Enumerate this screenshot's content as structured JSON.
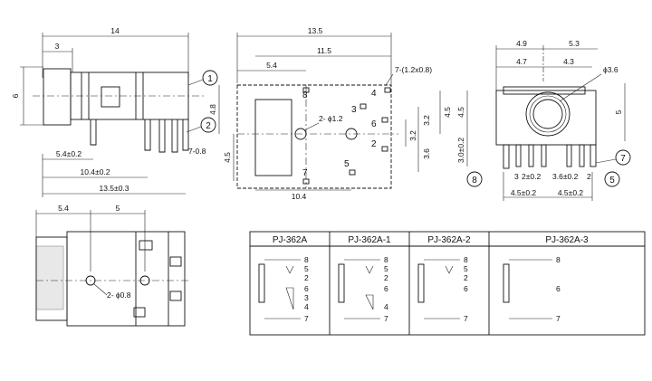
{
  "side_view": {
    "dim_total": "14",
    "dim_left": "3",
    "dim_height": "6",
    "dim_pin_a": "5.4±0.2",
    "dim_pin_b": "10.4±0.2",
    "dim_pin_c": "13.5±0.3",
    "dim_pitch": "7-0.8",
    "callout_1": "1",
    "callout_2": "2"
  },
  "top_view": {
    "dim_total": "13.5",
    "dim_mid": "11.5",
    "dim_left": "5.4",
    "dim_slot": "7-(1.2x0.8)",
    "dim_h1": "4.8",
    "dim_h2": "4.5",
    "dim_hole": "2- ϕ1.2",
    "dim_r1": "4.5",
    "dim_r2": "3.2",
    "dim_r3": "3.2",
    "dim_r4": "3.6",
    "dim_bottom": "10.4",
    "pins": [
      "8",
      "4",
      "3",
      "6",
      "2",
      "5",
      "7"
    ]
  },
  "front_view": {
    "dim_w1": "4.9",
    "dim_w2": "5.3",
    "dim_w3": "4.7",
    "dim_w4": "4.3",
    "dim_hole": "ϕ3.6",
    "dim_h1": "4.5",
    "dim_h2": "5",
    "dim_h3": "3.0±0.2",
    "dim_p1": "3",
    "dim_p2": "2±0.2",
    "dim_p3": "3.6±0.2",
    "dim_p4": "2",
    "dim_b1": "4.5±0.2",
    "dim_b2": "4.5±0.2",
    "callout_8": "8",
    "callout_7": "7",
    "callout_5": "5"
  },
  "bottom_view": {
    "dim_w1": "5.4",
    "dim_w2": "5",
    "dim_hole": "2- ϕ0.8"
  },
  "schematic_table": {
    "models": [
      "PJ-362A",
      "PJ-362A-1",
      "PJ-362A-2",
      "PJ-362A-3"
    ],
    "labels_a": [
      "8",
      "5",
      "2",
      "6",
      "3",
      "4",
      "7"
    ],
    "labels_b": [
      "8",
      "5",
      "2",
      "6",
      "4",
      "7"
    ],
    "labels_c": [
      "8",
      "5",
      "2",
      "6",
      "7"
    ],
    "labels_d": [
      "8",
      "6",
      "7"
    ]
  }
}
